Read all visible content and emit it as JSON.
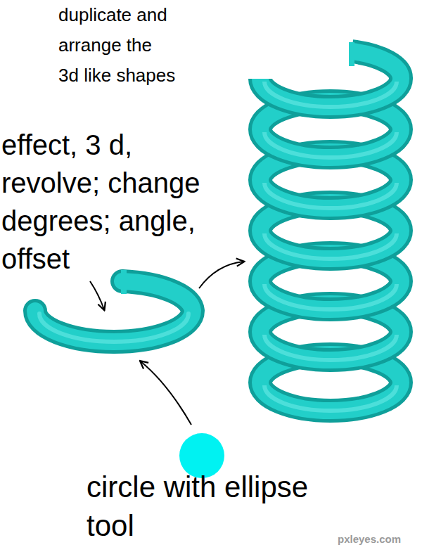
{
  "diagram": {
    "labels": [
      "duplicate and arrange the 3d like shapes",
      "effect, 3 d, revolve; change degrees; angle, offset",
      "circle with ellipse tool",
      "pxleyes.com"
    ]
  }
}
